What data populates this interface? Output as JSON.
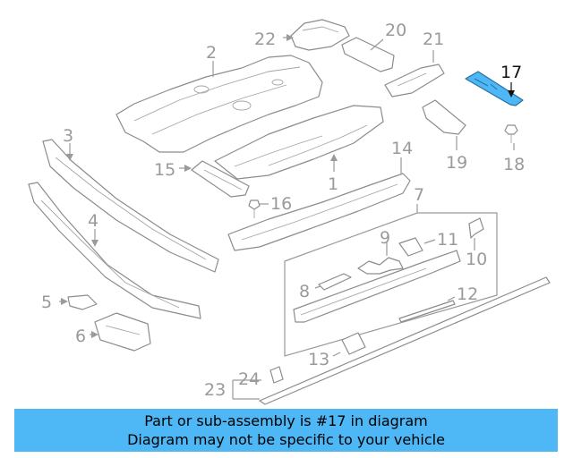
{
  "colors": {
    "banner_bg": "#4db8f5",
    "highlight_part": "#4db8f5",
    "line_gray": "#9a9a9a",
    "highlight_text": "#111111"
  },
  "callouts": {
    "c1": "1",
    "c2": "2",
    "c3": "3",
    "c4": "4",
    "c5": "5",
    "c6": "6",
    "c7": "7",
    "c8": "8",
    "c9": "9",
    "c10": "10",
    "c11": "11",
    "c12": "12",
    "c13": "13",
    "c14": "14",
    "c15": "15",
    "c16": "16",
    "c17": "17",
    "c18": "18",
    "c19": "19",
    "c20": "20",
    "c21": "21",
    "c22": "22",
    "c23": "23",
    "c24": "24"
  },
  "highlighted_part": "17",
  "banner": {
    "line1": "Part or sub-assembly is #17 in diagram",
    "line2": "Diagram may not be specific to your vehicle"
  }
}
